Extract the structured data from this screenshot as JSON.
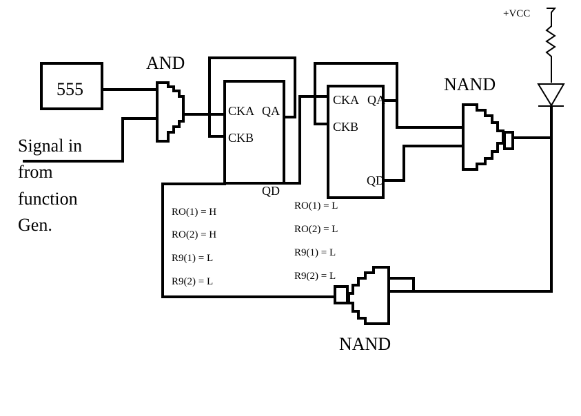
{
  "timer": {
    "label": "555"
  },
  "gates": {
    "and_label": "AND",
    "nand_top_label": "NAND",
    "nand_bottom_label": "NAND"
  },
  "supply": {
    "label": "+VCC"
  },
  "input": {
    "lines": [
      "Signal in",
      "from",
      "function",
      "Gen."
    ]
  },
  "counter1": {
    "cka": "CKA",
    "qa": "QA",
    "ckb": "CKB",
    "qd": "QD",
    "settings": [
      "RO(1) = H",
      "RO(2) = H",
      "R9(1) = L",
      "R9(2) = L"
    ]
  },
  "counter2": {
    "cka": "CKA",
    "qa": "QA",
    "ckb": "CKB",
    "qd": "QD",
    "settings": [
      "RO(1) = L",
      "RO(2) = L",
      "R9(1) = L",
      "R9(2) = L"
    ]
  }
}
